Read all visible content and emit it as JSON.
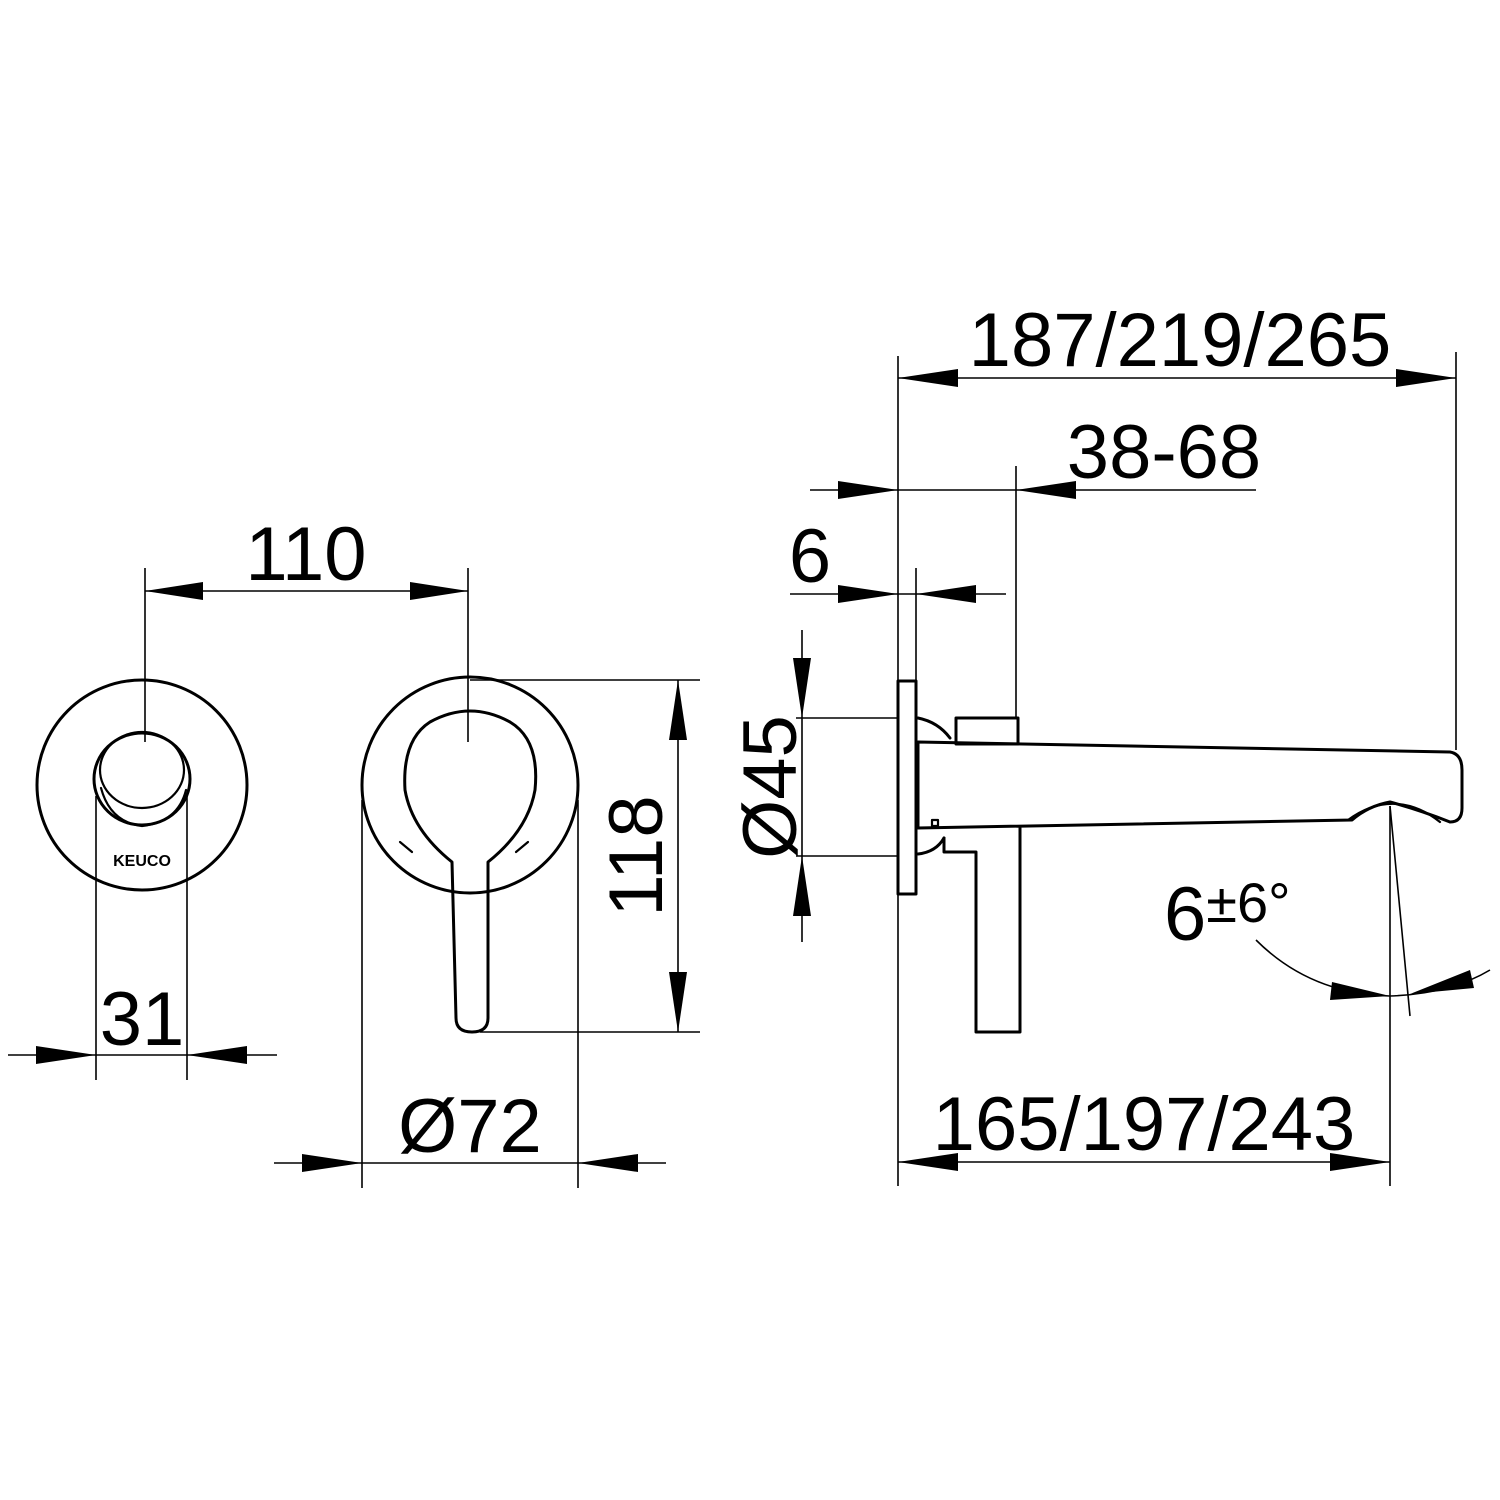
{
  "dimensions": {
    "spacing": "110",
    "knob_width": "31",
    "rosette_diameter": "Ø72",
    "height": "118",
    "spout_length_top": "187/219/265",
    "wall_depth": "38-68",
    "plate_thickness": "6",
    "plate_diameter": "Ø45",
    "spout_length_bottom": "165/197/243",
    "angle_base": "6",
    "angle_tolerance": "±6°"
  },
  "logo": "KEUCO",
  "colors": {
    "line": "#000000",
    "background": "#ffffff"
  }
}
